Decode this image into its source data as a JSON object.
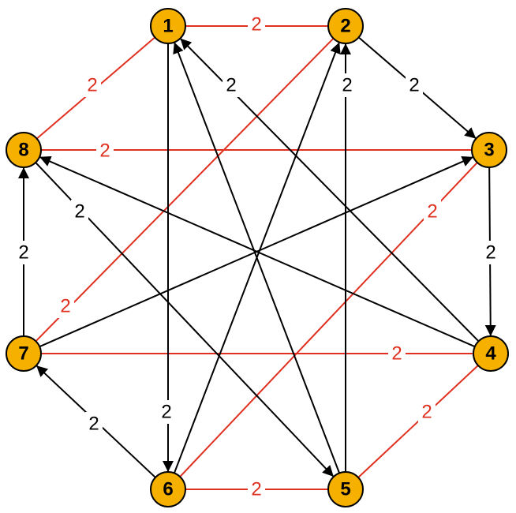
{
  "graph": {
    "colors": {
      "node_fill": "#f5b000",
      "node_stroke": "#000000",
      "undirected_edge": "#e03020",
      "directed_edge": "#000000",
      "background": "#ffffff"
    },
    "nodes": [
      {
        "id": "1",
        "label": "1"
      },
      {
        "id": "2",
        "label": "2"
      },
      {
        "id": "3",
        "label": "3"
      },
      {
        "id": "4",
        "label": "4"
      },
      {
        "id": "5",
        "label": "5"
      },
      {
        "id": "6",
        "label": "6"
      },
      {
        "id": "7",
        "label": "7"
      },
      {
        "id": "8",
        "label": "8"
      }
    ],
    "edges": [
      {
        "id": "e1",
        "from": "1",
        "to": "2",
        "kind": "undirected",
        "weight": "2"
      },
      {
        "id": "e2",
        "from": "2",
        "to": "7",
        "kind": "undirected",
        "weight": "2"
      },
      {
        "id": "e3",
        "from": "8",
        "to": "1",
        "kind": "undirected",
        "weight": "2"
      },
      {
        "id": "e4",
        "from": "8",
        "to": "3",
        "kind": "undirected",
        "weight": "2"
      },
      {
        "id": "e5",
        "from": "3",
        "to": "6",
        "kind": "undirected",
        "weight": "2"
      },
      {
        "id": "e6",
        "from": "7",
        "to": "4",
        "kind": "undirected",
        "weight": "2"
      },
      {
        "id": "e7",
        "from": "4",
        "to": "5",
        "kind": "undirected",
        "weight": "2"
      },
      {
        "id": "e8",
        "from": "6",
        "to": "5",
        "kind": "undirected",
        "weight": "2"
      },
      {
        "id": "e9",
        "from": "2",
        "to": "3",
        "kind": "directed",
        "weight": "2"
      },
      {
        "id": "e10",
        "from": "3",
        "to": "4",
        "kind": "directed",
        "weight": "2"
      },
      {
        "id": "e11",
        "from": "6",
        "to": "7",
        "kind": "directed",
        "weight": "2"
      },
      {
        "id": "e12",
        "from": "7",
        "to": "8",
        "kind": "directed",
        "weight": "2"
      },
      {
        "id": "e13",
        "from": "1",
        "to": "6",
        "kind": "directed",
        "weight": "2"
      },
      {
        "id": "e14",
        "from": "5",
        "to": "2",
        "kind": "directed",
        "weight": "2"
      },
      {
        "id": "e15",
        "from": "4",
        "to": "1",
        "kind": "directed",
        "weight": "2"
      },
      {
        "id": "e16",
        "from": "8",
        "to": "5",
        "kind": "directed",
        "weight": "2"
      },
      {
        "id": "e17",
        "from": "5",
        "to": "1",
        "kind": "directed",
        "weight": ""
      },
      {
        "id": "e18",
        "from": "6",
        "to": "2",
        "kind": "directed",
        "weight": ""
      },
      {
        "id": "e19",
        "from": "7",
        "to": "3",
        "kind": "directed",
        "weight": ""
      },
      {
        "id": "e20",
        "from": "4",
        "to": "8",
        "kind": "directed",
        "weight": ""
      }
    ]
  }
}
